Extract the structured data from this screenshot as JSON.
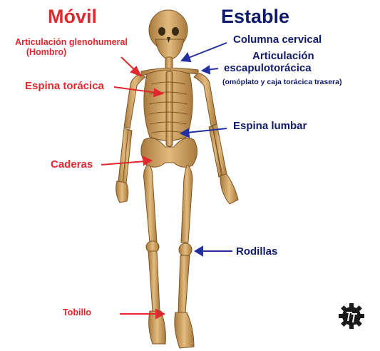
{
  "headers": {
    "mobile": "Móvil",
    "stable": "Estable"
  },
  "mobile_labels": {
    "shoulder_line1": "Articulación glenohumeral",
    "shoulder_line2": "(Hombro)",
    "thoracic": "Espina torácica",
    "hips": "Caderas",
    "ankle": "Tobillo"
  },
  "stable_labels": {
    "cervical": "Columna cervical",
    "scap_line1": "Articulación",
    "scap_line2": "escapulotorácica",
    "scap_note": "(omóplato y caja torácica trasera)",
    "lumbar": "Espina lumbar",
    "knees": "Rodillas"
  },
  "colors": {
    "mobile": "#e0282e",
    "stable": "#101a6b",
    "bone": "#c89a58",
    "bone_dark": "#8a5f2a",
    "logo": "#1a1a1a"
  },
  "icons": {
    "logo": "gear-logo-icon"
  }
}
